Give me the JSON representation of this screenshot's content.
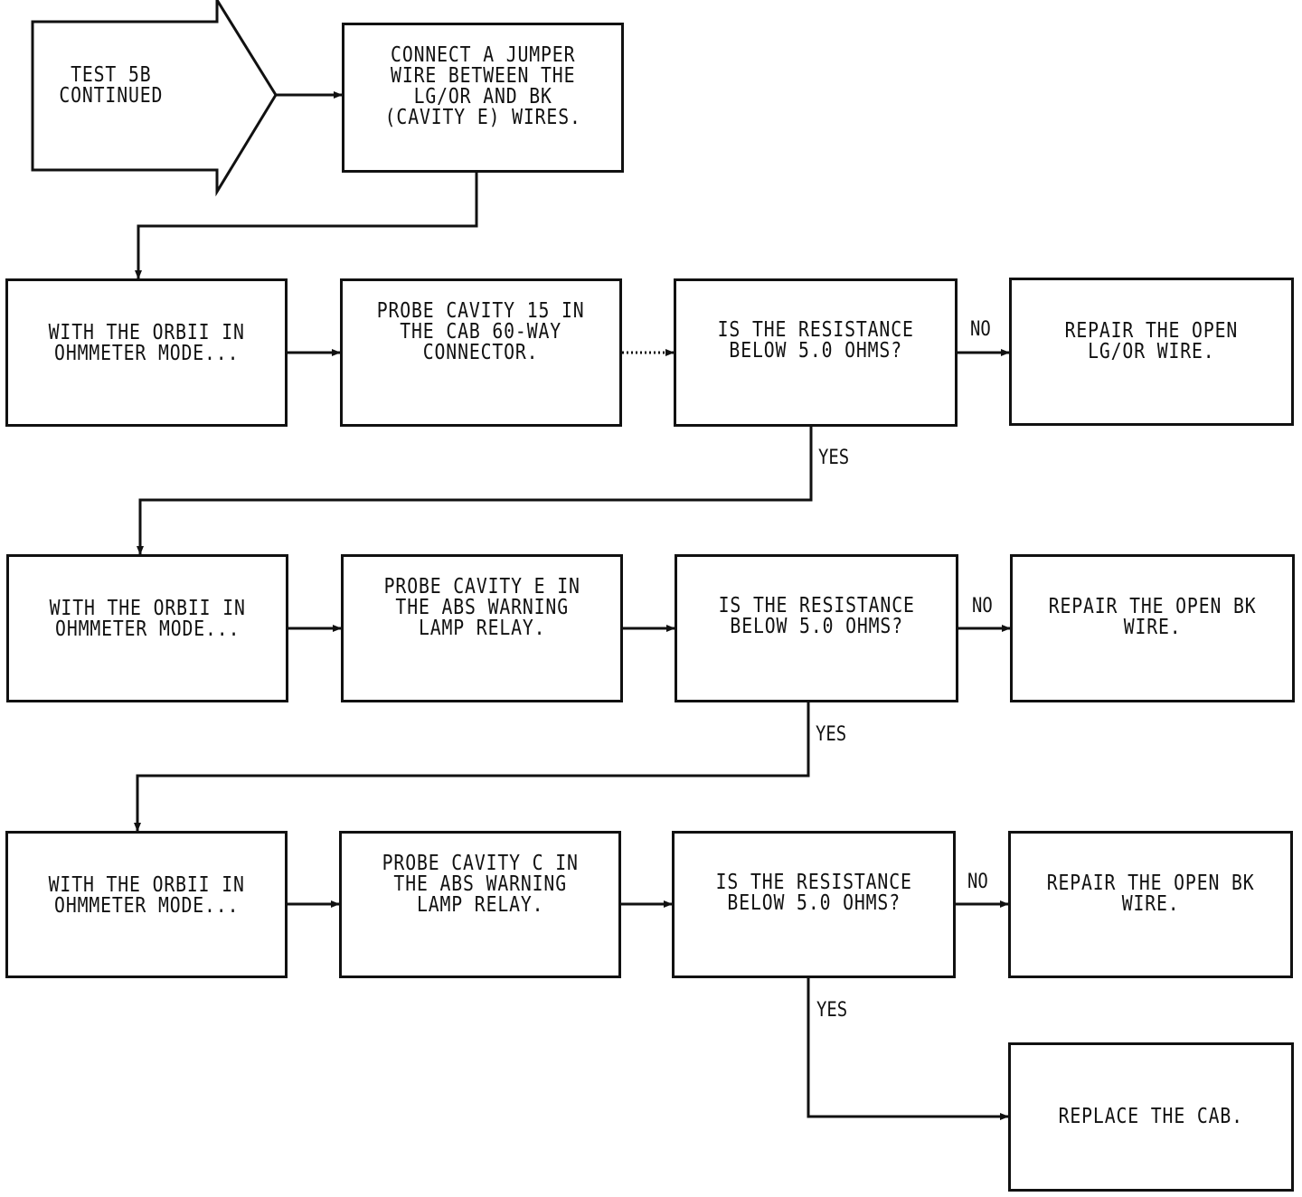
{
  "start": {
    "label": "TEST 5B\nCONTINUED"
  },
  "steps": {
    "connect_jumper": "CONNECT A JUMPER\nWIRE BETWEEN THE\nLG/OR AND BK\n(CAVITY E) WIRES.",
    "row1_meter": "WITH THE ORBII IN\nOHMMETER MODE...",
    "row1_probe": "PROBE CAVITY 15 IN\nTHE CAB 60-WAY\nCONNECTOR.",
    "row1_question": "IS THE RESISTANCE\nBELOW 5.0 OHMS?",
    "row1_repair": "REPAIR THE OPEN\nLG/OR WIRE.",
    "row2_meter": "WITH THE ORBII IN\nOHMMETER MODE...",
    "row2_probe": "PROBE CAVITY E IN\nTHE ABS WARNING\nLAMP RELAY.",
    "row2_question": "IS THE RESISTANCE\nBELOW 5.0 OHMS?",
    "row2_repair": "REPAIR THE OPEN BK\nWIRE.",
    "row3_meter": "WITH THE ORBII IN\nOHMMETER MODE...",
    "row3_probe": "PROBE CAVITY C IN\nTHE ABS WARNING\nLAMP RELAY.",
    "row3_question": "IS THE RESISTANCE\nBELOW 5.0 OHMS?",
    "row3_repair": "REPAIR THE OPEN BK\nWIRE.",
    "replace": "REPLACE THE CAB."
  },
  "branch_labels": {
    "row1_no": "NO",
    "row1_yes": "YES",
    "row2_no": "NO",
    "row2_yes": "YES",
    "row3_no": "NO",
    "row3_yes": "YES"
  }
}
